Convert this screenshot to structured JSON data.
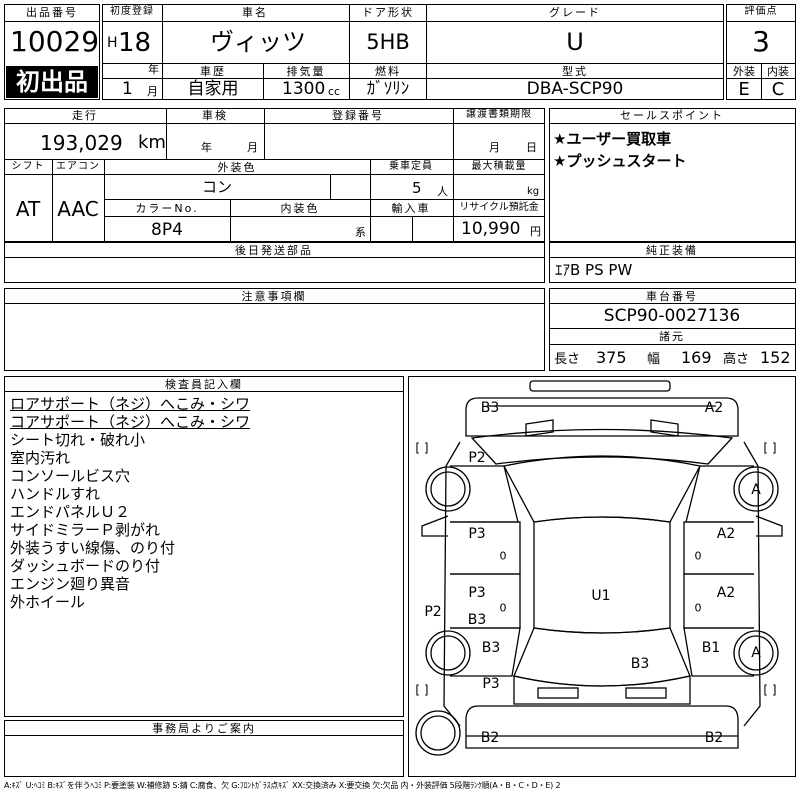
{
  "header": {
    "lot_label": "出品番号",
    "lot_number": "10029",
    "first_listing_badge": "初出品",
    "first_reg_label": "初度登録",
    "era_letter": "H",
    "first_reg_year": "18",
    "year_unit": "年",
    "first_reg_month": "1",
    "month_unit": "月",
    "car_name_label": "車名",
    "car_name": "ヴィッツ",
    "doors_label": "ドア形状",
    "doors": "5HB",
    "grade_label": "グレード",
    "grade": "U",
    "score_label": "評価点",
    "score": "3",
    "usage_label": "車歴",
    "usage": "自家用",
    "displacement_label": "排気量",
    "displacement": "1300",
    "displacement_unit": "cc",
    "fuel_label": "燃料",
    "fuel": "ｶﾞｿﾘﾝ",
    "model_label": "型式",
    "model": "DBA-SCP90",
    "exterior_label": "外装",
    "exterior_grade": "E",
    "interior_label": "内装",
    "interior_grade": "C"
  },
  "row2": {
    "mileage_label": "走行",
    "mileage": "193,029",
    "mileage_unit": "km",
    "inspection_label": "車検",
    "year_unit": "年",
    "month_unit": "月",
    "plate_label": "登録番号",
    "transfer_label": "譲渡書類期限",
    "day_unit": "日"
  },
  "row3": {
    "shift_label": "シフト",
    "shift": "AT",
    "ac_label": "エアコン",
    "ac": "AAC",
    "color_label": "外装色",
    "color": "コン",
    "capacity_label": "乗車定員",
    "capacity": "5",
    "capacity_unit": "人",
    "load_label": "最大積載量",
    "load_unit": "kg",
    "color_no_label": "カラーNo.",
    "color_no": "8P4",
    "int_color_label": "内装色",
    "int_color_unit": "系",
    "import_label": "輸入車",
    "recycle_label": "リサイクル預託金",
    "recycle": "10,990",
    "recycle_unit": "円"
  },
  "sales": {
    "label": "セールスポイント",
    "points": [
      "★ユーザー買取車",
      "★プッシュスタート"
    ]
  },
  "later_parts": {
    "label": "後日発送部品"
  },
  "equipment": {
    "label": "純正装備",
    "value": "ｴｱB PS PW"
  },
  "notes": {
    "label": "注意事項欄"
  },
  "chassis": {
    "label": "車台番号",
    "value": "SCP90-0027136"
  },
  "dims": {
    "label": "諸元",
    "length_label": "長さ",
    "length": "375",
    "width_label": "幅",
    "width": "169",
    "height_label": "高さ",
    "height": "152"
  },
  "inspector": {
    "label": "検査員記入欄",
    "lines": [
      "ロアサポート（ネジ）へこみ・シワ",
      "コアサポート（ネジ）へこみ・シワ",
      "シート切れ・破れ小",
      "室内汚れ",
      "コンソールビス穴",
      "ハンドルすれ",
      "エンドパネルＵ２",
      "サイドミラーＰ剥がれ",
      "外装うすい線傷、のり付",
      "ダッシュボードのり付",
      "エンジン廻り異音",
      "外ホイール"
    ]
  },
  "office": {
    "label": "事務局よりご案内"
  },
  "diagram": {
    "marks": [
      "B3",
      "A2",
      "P2",
      "A",
      "P3",
      "A2",
      "P3",
      "A2",
      "P2",
      "U1",
      "B3",
      "B3",
      "B1",
      "A",
      "B3",
      "P3",
      "B2",
      "B2"
    ],
    "bracket": "[ ]",
    "zero": "0"
  },
  "legend": "A:ｷｽﾞ U:ﾍｺﾐ B:ｷｽﾞを伴うﾍｺﾐ P:要塗装 W:補修跡 S:錆 C:腐食、欠 G:ﾌﾛﾝﾄｶﾞﾗｽ点ｷｽﾞ XX:交換済み X:要交換 欠:欠品 内・外装評価 5段階ﾗﾝｸ順(A・B・C・D・E) 2"
}
